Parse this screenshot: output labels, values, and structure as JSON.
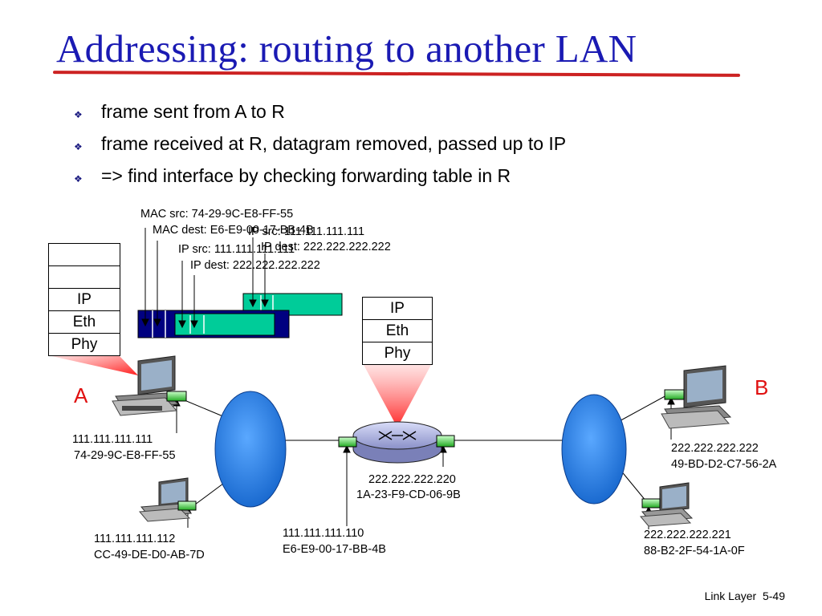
{
  "title": "Addressing: routing to another LAN",
  "bullets": [
    "frame sent from A to R",
    "frame received at R, datagram removed, passed up to IP",
    "=> find interface by checking forwarding table in R"
  ],
  "frame_labels": {
    "mac_src": "MAC src: 74-29-9C-E8-FF-55",
    "mac_dest": "MAC dest: E6-E9-00-17-BB-4B",
    "ip_src_1": "IP src: 111.111.111.111",
    "ip_dest_1": "IP dest: 222.222.222.222",
    "ip_src_2": "IP src: 111.111.111.111",
    "ip_dest_2": "IP dest: 222.222.222.222"
  },
  "host_stack": [
    "",
    "",
    "IP",
    "Eth",
    "Phy"
  ],
  "router_stack": [
    "IP",
    "Eth",
    "Phy"
  ],
  "nodes": {
    "a_label": "A",
    "b_label": "B",
    "host_a_ip": "111.111.111.111",
    "host_a_mac": "74-29-9C-E8-FF-55",
    "host_112_ip": "111.111.111.112",
    "host_112_mac": "CC-49-DE-D0-AB-7D",
    "router_left_ip": "111.111.111.110",
    "router_left_mac": "E6-E9-00-17-BB-4B",
    "router_right_ip": "222.222.222.220",
    "router_right_mac": "1A-23-F9-CD-06-9B",
    "host_b_ip": "222.222.222.222",
    "host_b_mac": "49-BD-D2-C7-56-2A",
    "host_221_ip": "222.222.222.221",
    "host_221_mac": "88-B2-2F-54-1A-0F"
  },
  "footer": {
    "section": "Link Layer",
    "page": "5-49"
  },
  "colors": {
    "title": "#1a1ab3",
    "accent_red": "#e01010",
    "frame_navy": "#000080",
    "datagram_teal": "#00cc99",
    "interface_green": "#33cc33",
    "cloud_blue": "#2a7fe0"
  }
}
